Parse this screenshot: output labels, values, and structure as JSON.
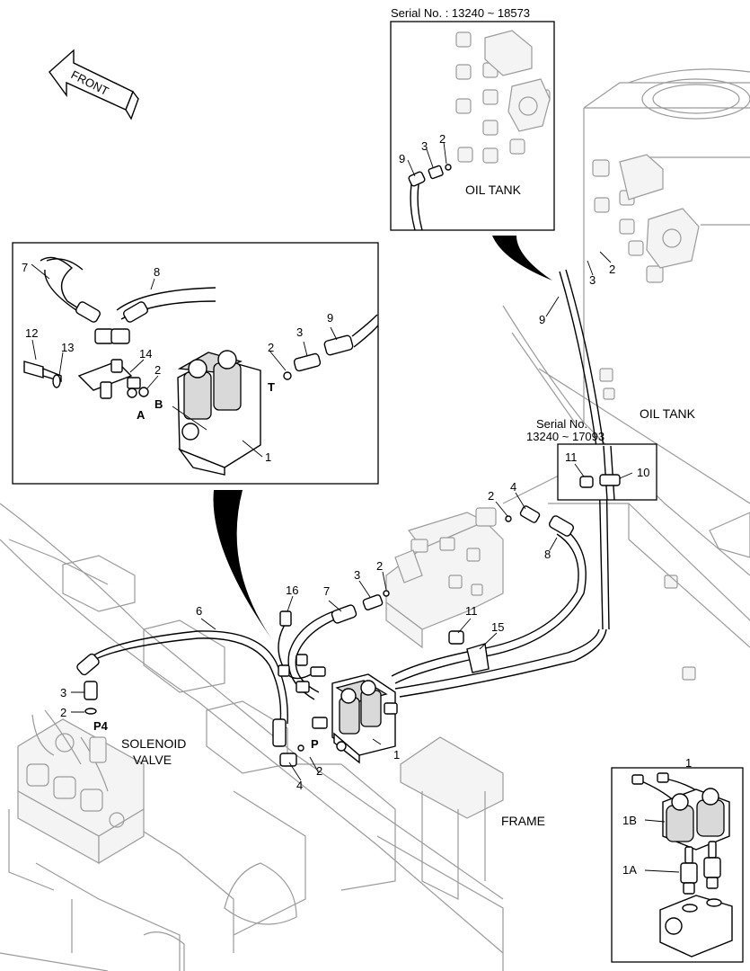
{
  "orientation": {
    "arrow_label": "FRONT"
  },
  "inset_top": {
    "serial_label": "Serial No. : 13240 ~ 18573",
    "oil_tank_label": "OIL TANK",
    "callouts": [
      "9",
      "3",
      "2"
    ]
  },
  "inset_left": {
    "callouts": [
      "7",
      "8",
      "12",
      "13",
      "14",
      "2",
      "A",
      "B",
      "2",
      "T",
      "3",
      "9",
      "1"
    ]
  },
  "inset_serial_small": {
    "serial_label_line1": "Serial No.",
    "serial_label_line2": "13240 ~ 17093",
    "callouts": [
      "11",
      "10"
    ]
  },
  "inset_bottom_right": {
    "callouts": [
      "1",
      "1B",
      "1A"
    ]
  },
  "main": {
    "oil_tank_label": "OIL TANK",
    "solenoid_label_line1": "SOLENOID",
    "solenoid_label_line2": "VALVE",
    "frame_label": "FRAME",
    "port_p4": "P4",
    "port_p": "P",
    "callouts_tank": [
      "2",
      "3",
      "9"
    ],
    "callouts_valve": [
      "2",
      "4",
      "8",
      "3",
      "2",
      "16",
      "7",
      "6",
      "11",
      "15",
      "3",
      "2",
      "1",
      "2",
      "4"
    ]
  }
}
